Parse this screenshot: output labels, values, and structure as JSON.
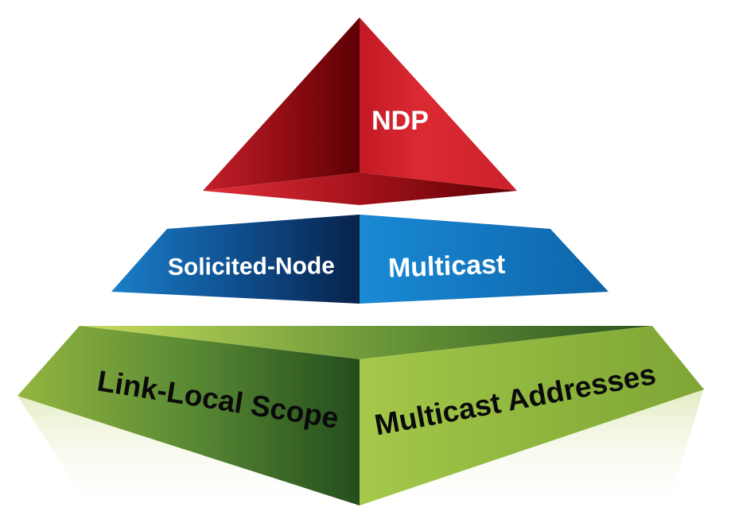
{
  "top_tier": {
    "label": "NDP",
    "color_light": "#d9262f",
    "color_dark": "#6b0006"
  },
  "middle_tier": {
    "label_left": "Solicited-Node",
    "label_right": "Multicast",
    "color_light": "#1683cc",
    "color_dark": "#0b2a55"
  },
  "bottom_tier": {
    "label_left": "Link-Local Scope",
    "label_right": "Multicast Addresses",
    "color_light": "#a8c64a",
    "color_dark": "#2f5a22"
  }
}
